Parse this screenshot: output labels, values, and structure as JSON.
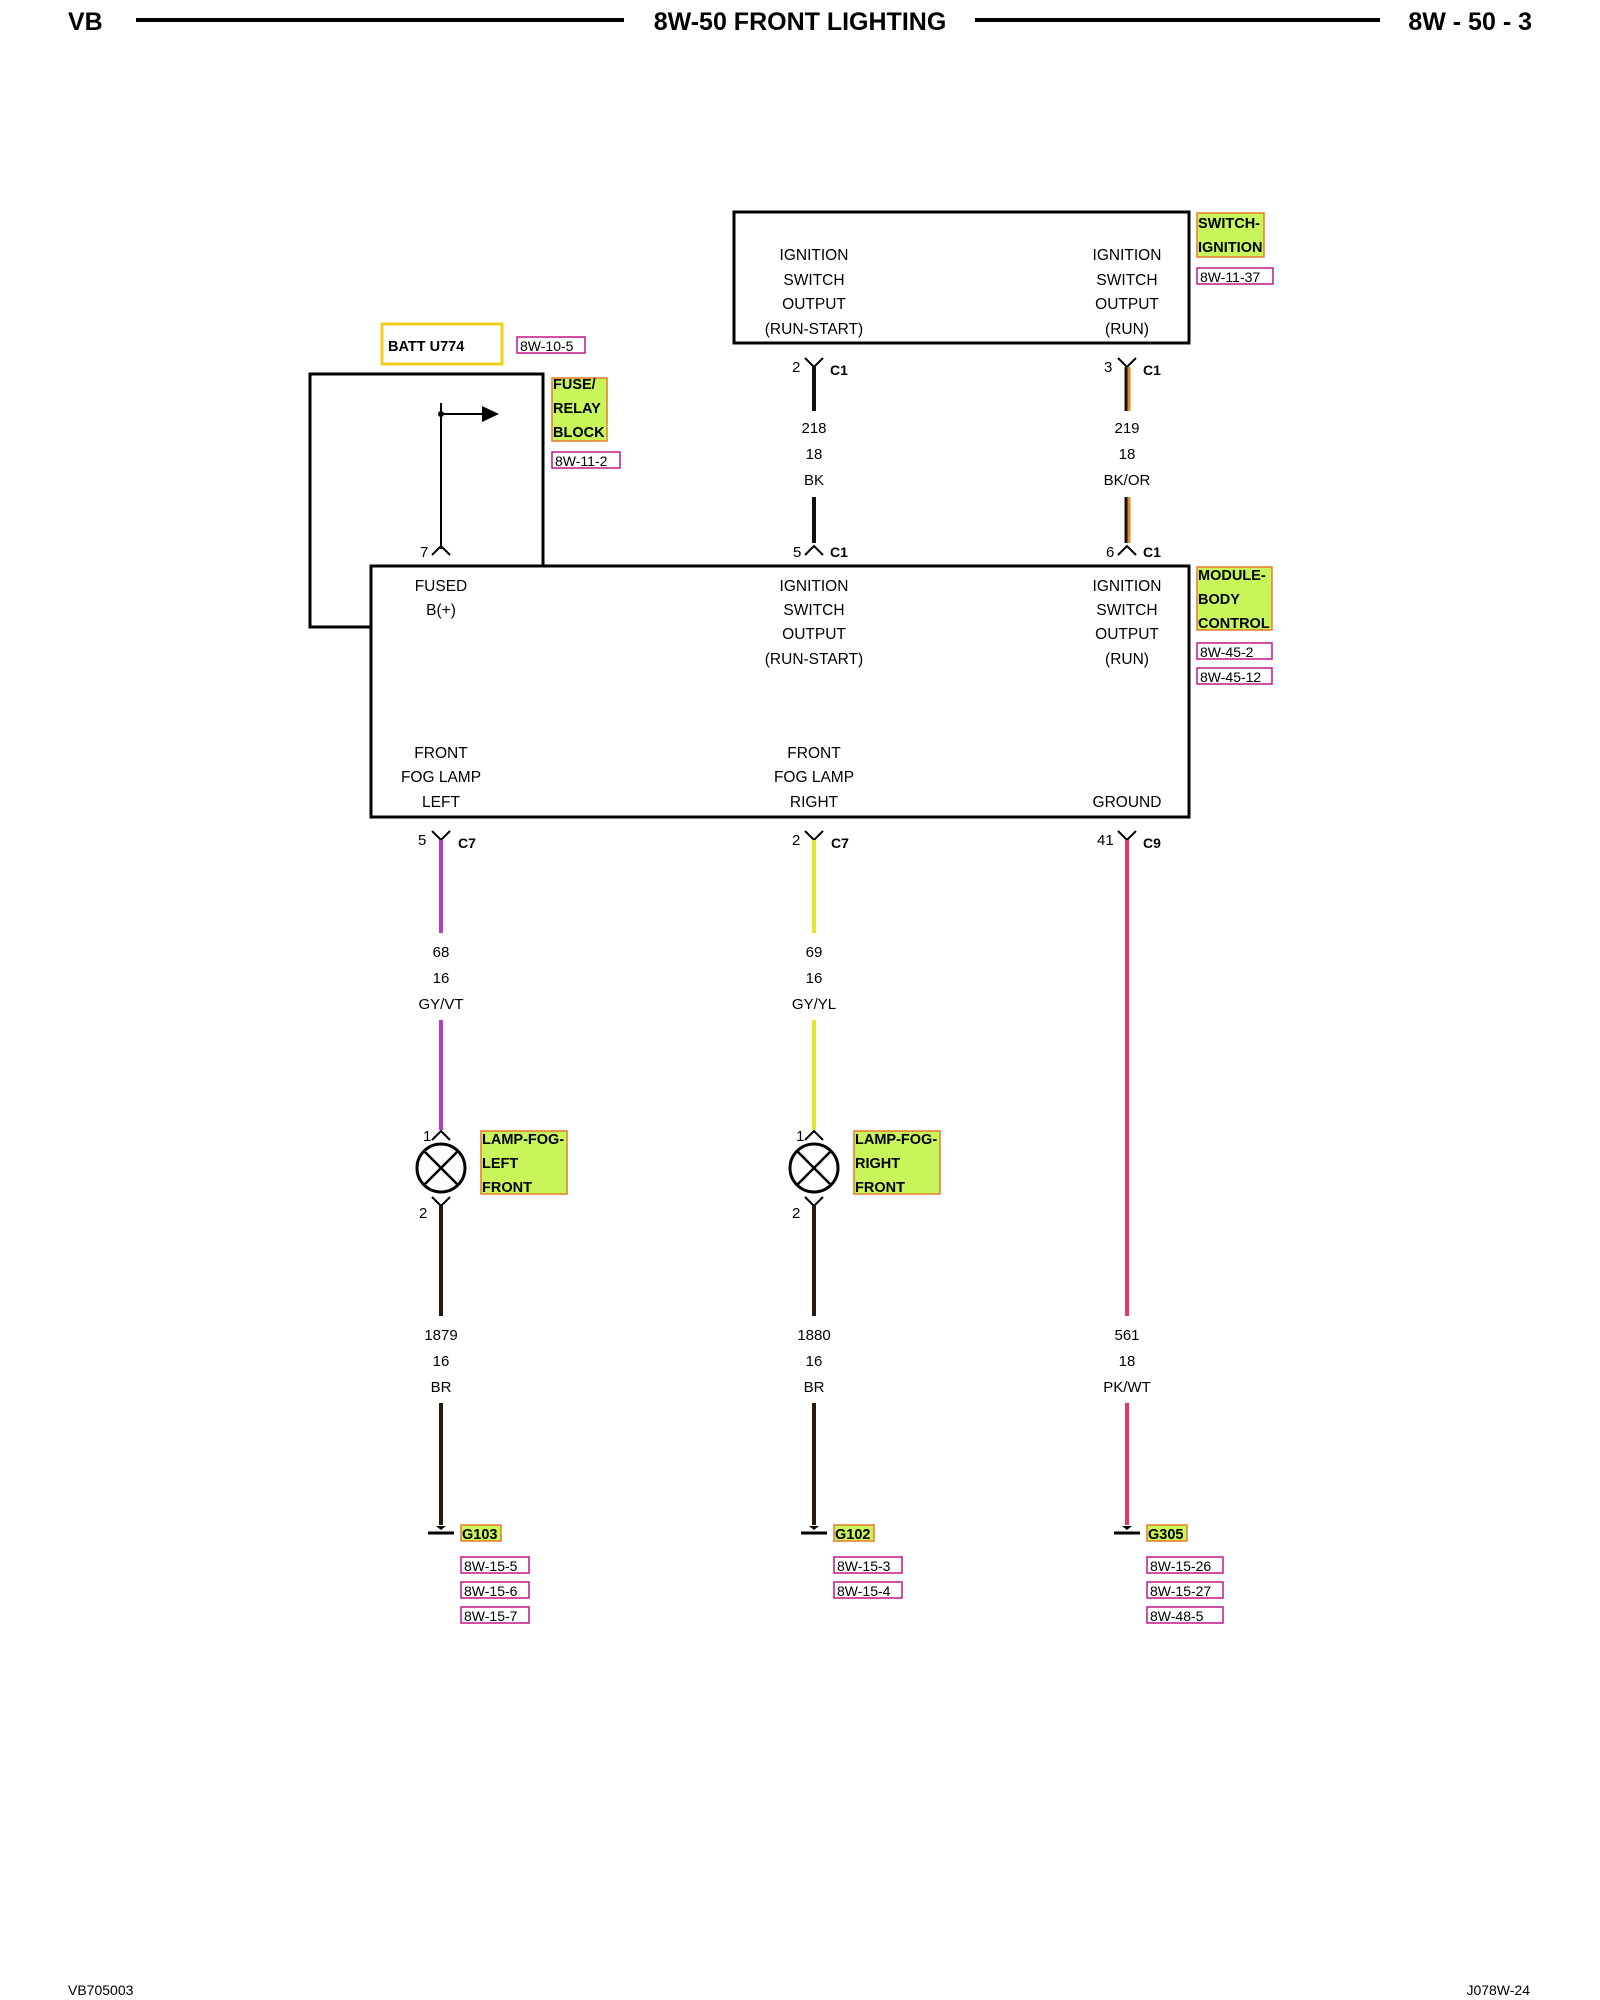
{
  "header": {
    "left": "VB",
    "title": "8W-50 FRONT LIGHTING",
    "right": "8W - 50 - 3"
  },
  "footer": {
    "left": "VB705003",
    "right": "J078W-24"
  },
  "batt": {
    "label": "BATT U774",
    "ref": "8W-10-5"
  },
  "fuse_block": {
    "lines": [
      "FUSE/",
      "RELAY",
      "BLOCK"
    ],
    "ref": "8W-11-2",
    "pin": "7"
  },
  "ignition_switch": {
    "lines": [
      "SWITCH-",
      "IGNITION"
    ],
    "ref": "8W-11-37",
    "left_label": [
      "IGNITION",
      "SWITCH",
      "OUTPUT",
      "(RUN-START)"
    ],
    "right_label": [
      "IGNITION",
      "SWITCH",
      "OUTPUT",
      "(RUN)"
    ]
  },
  "wires": {
    "w218": {
      "pin_top": "2",
      "conn_top": "C1",
      "circuit": "218",
      "gauge": "18",
      "color": "BK",
      "pin_bottom": "5",
      "conn_bottom": "C1",
      "hex": "#111111"
    },
    "w219": {
      "pin_top": "3",
      "conn_top": "C1",
      "circuit": "219",
      "gauge": "18",
      "color": "BK/OR",
      "pin_bottom": "6",
      "conn_bottom": "C1",
      "hex": "#111111",
      "hex2": "#e08a1e"
    },
    "w68": {
      "pin": "5",
      "conn": "C7",
      "circuit": "68",
      "gauge": "16",
      "color": "GY/VT",
      "hex": "#b43cc4"
    },
    "w69": {
      "pin": "2",
      "conn": "C7",
      "circuit": "69",
      "gauge": "16",
      "color": "GY/YL",
      "hex": "#e6e632"
    },
    "w561": {
      "pin": "41",
      "conn": "C9",
      "circuit": "561",
      "gauge": "18",
      "color": "PK/WT",
      "hex": "#e8336e"
    },
    "w1879": {
      "circuit": "1879",
      "gauge": "16",
      "color": "BR",
      "hex": "#2a1a0c"
    },
    "w1880": {
      "circuit": "1880",
      "gauge": "16",
      "color": "BR",
      "hex": "#2a1a0c"
    }
  },
  "bcm": {
    "lines": [
      "MODULE-",
      "BODY",
      "CONTROL"
    ],
    "refs": [
      "8W-45-2",
      "8W-45-12"
    ],
    "fused": [
      "FUSED",
      "B(+)"
    ],
    "ign_run_start": [
      "IGNITION",
      "SWITCH",
      "OUTPUT",
      "(RUN-START)"
    ],
    "ign_run": [
      "IGNITION",
      "SWITCH",
      "OUTPUT",
      "(RUN)"
    ],
    "fog_left": [
      "FRONT",
      "FOG LAMP",
      "LEFT"
    ],
    "fog_right": [
      "FRONT",
      "FOG LAMP",
      "RIGHT"
    ],
    "ground": "GROUND"
  },
  "lamp_left": {
    "lines": [
      "LAMP-FOG-",
      "LEFT",
      "FRONT"
    ],
    "pin1": "1",
    "pin2": "2"
  },
  "lamp_right": {
    "lines": [
      "LAMP-FOG-",
      "RIGHT",
      "FRONT"
    ],
    "pin1": "1",
    "pin2": "2"
  },
  "grounds": {
    "g103": {
      "label": "G103",
      "refs": [
        "8W-15-5",
        "8W-15-6",
        "8W-15-7"
      ]
    },
    "g102": {
      "label": "G102",
      "refs": [
        "8W-15-3",
        "8W-15-4"
      ]
    },
    "g305": {
      "label": "G305",
      "refs": [
        "8W-15-26",
        "8W-15-27",
        "8W-48-5"
      ]
    }
  },
  "colors": {
    "tag_fill": "#c8f55a",
    "tag_border": "#e87a2a",
    "ref_border": "#c0168a",
    "batt_border": "#f2cf1f"
  }
}
